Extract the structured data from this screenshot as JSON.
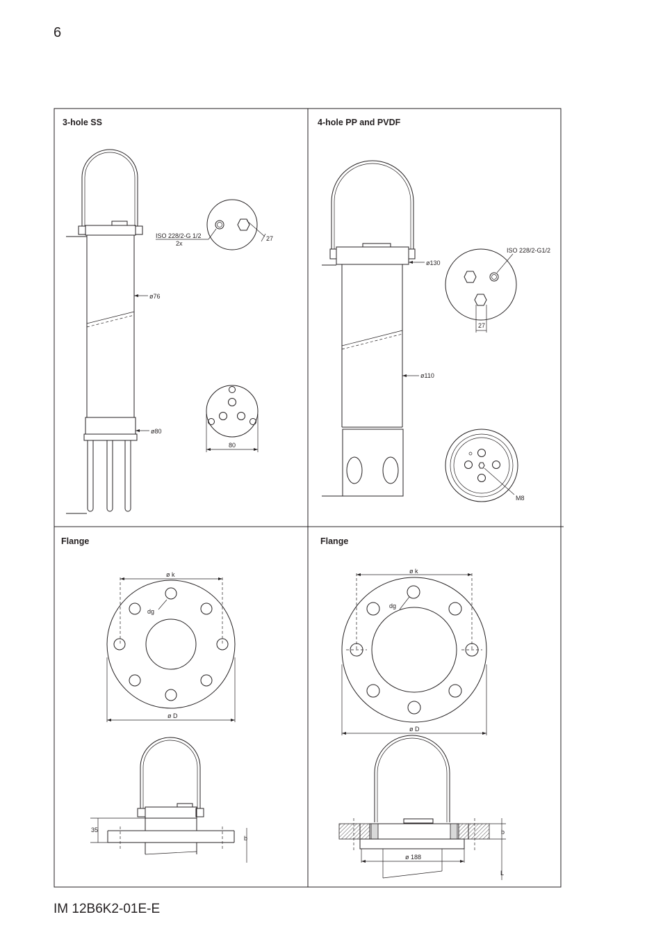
{
  "page": {
    "number": "6",
    "doc_id": "IM 12B6K2-01E-E"
  },
  "panels": {
    "ss3": {
      "title": "3-hole SS",
      "labels": {
        "thread": "ISO 228/2-G 1/2",
        "thread_count": "2x",
        "hex": "27",
        "dia_body": "ø76",
        "dia_base": "ø80",
        "width": "80"
      }
    },
    "pp4": {
      "title": "4-hole PP and PVDF",
      "labels": {
        "dia_top": "ø130",
        "thread": "ISO 228/2-G1/2",
        "hex": "27",
        "dia_body": "ø110",
        "bolt": "M8"
      }
    },
    "flange_left": {
      "title": "Flange",
      "labels": {
        "pitch": "ø k",
        "hole": "dg",
        "outer": "ø D",
        "height": "35",
        "thickness": "b"
      }
    },
    "flange_right": {
      "title": "Flange",
      "labels": {
        "pitch": "ø k",
        "hole": "dg",
        "outer": "ø D",
        "base": "ø 188",
        "thickness": "b",
        "length": "L"
      }
    }
  }
}
